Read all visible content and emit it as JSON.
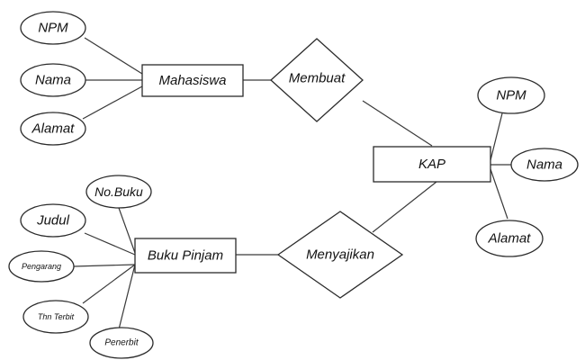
{
  "entities": {
    "mahasiswa": "Mahasiswa",
    "kap": "KAP",
    "buku_pinjam": "Buku Pinjam"
  },
  "relationships": {
    "membuat": "Membuat",
    "menyajikan": "Menyajikan"
  },
  "attributes": {
    "mahasiswa": [
      "NPM",
      "Nama",
      "Alamat"
    ],
    "kap": [
      "NPM",
      "Nama",
      "Alamat"
    ],
    "buku_pinjam": [
      "No.Buku",
      "Judul",
      "Pengarang",
      "Thn Terbit",
      "Penerbit"
    ]
  }
}
